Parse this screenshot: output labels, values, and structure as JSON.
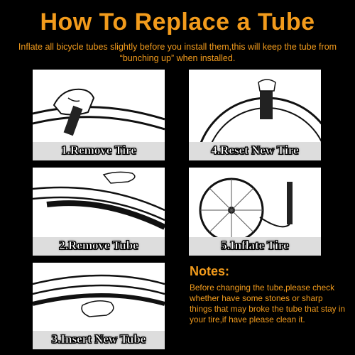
{
  "header": {
    "title": "How To Replace a Tube",
    "subtitle": "Inflate all bicycle tubes slightly before you install them,this will keep the tube from “bunching up” when installed."
  },
  "steps": [
    {
      "label": "1.Remove Tire"
    },
    {
      "label": "2.Remove Tube"
    },
    {
      "label": "3.Insert New Tube"
    },
    {
      "label": "4.Reset New Tire"
    },
    {
      "label": "5.Inflate Tire"
    }
  ],
  "notes": {
    "title": "Notes:",
    "body": "Before changing the tube,please check whether have some stones or sharp things that may broke the tube that stay in your tire,if have please clean it."
  },
  "colors": {
    "accent": "#f29b1c",
    "background": "#000000",
    "panel": "#ffffff"
  }
}
